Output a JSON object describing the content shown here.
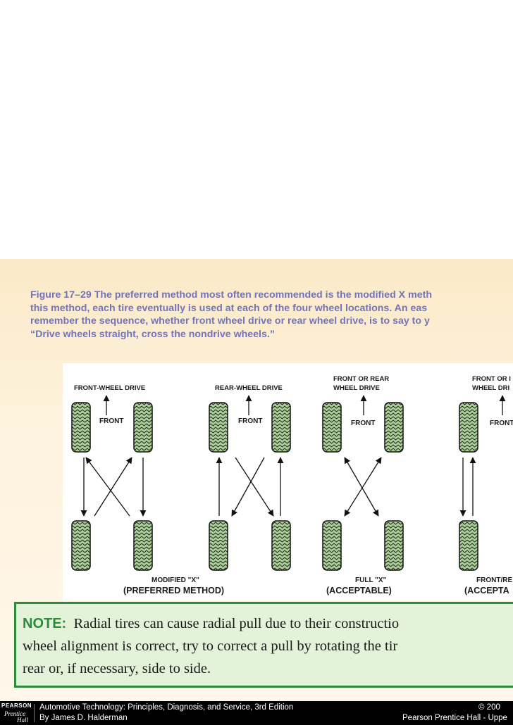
{
  "caption": {
    "lines": [
      "Figure 17–29 The preferred method most often recommended is the modified X meth",
      "this method, each tire eventually is used at each of the four wheel locations. An eas",
      "remember the sequence, whether front wheel drive or rear wheel drive, is to say to y",
      "“Drive wheels straight, cross the nondrive wheels.”"
    ]
  },
  "figure": {
    "panels": [
      {
        "header": [
          "FRONT-WHEEL DRIVE"
        ],
        "front_label": "FRONT"
      },
      {
        "header": [
          "REAR-WHEEL DRIVE"
        ],
        "front_label": "FRONT"
      },
      {
        "header": [
          "FRONT OR REAR",
          "WHEEL DRIVE"
        ],
        "front_label": "FRONT"
      },
      {
        "header": [
          "FRONT OR I",
          "WHEEL DRI"
        ],
        "front_label": "FRONT"
      }
    ],
    "methods": [
      {
        "name": "MODIFIED \"X\"",
        "rating": "(PREFERRED METHOD)"
      },
      {
        "name": "FULL \"X\"",
        "rating": "(ACCEPTABLE)"
      },
      {
        "name": "FRONT/RE",
        "rating": "(ACCEPTA"
      }
    ]
  },
  "note": {
    "label": "NOTE:",
    "lines": [
      "Radial tires can cause radial pull due to their constructio",
      "wheel alignment is correct, try to correct a pull by rotating the tir",
      "rear or, if necessary, side to side."
    ]
  },
  "footer": {
    "logo_top": "PEARSON",
    "logo_mid": "Prentice",
    "logo_bottom": "Hall",
    "book_title": "Automotive Technology: Principles, Diagnosis, and Service, 3rd Edition",
    "author": "By James D. Halderman",
    "copyright": "© 200",
    "publisher": "Pearson Prentice Hall - Uppe"
  },
  "colors": {
    "tire_fill": "#a9cf97",
    "note_border": "#2e8b3a",
    "caption_text": "#7373b8"
  }
}
